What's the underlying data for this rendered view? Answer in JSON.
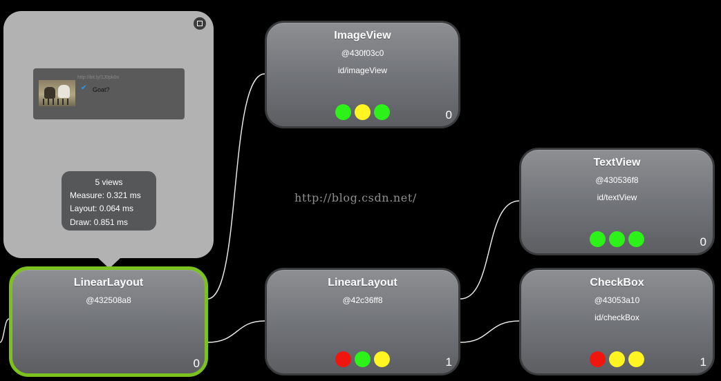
{
  "preview": {
    "url": "http://bit.ly/1J0pk0o",
    "checkbox_label": "Goat?",
    "stats": {
      "views": "5 views",
      "measure": "Measure: 0.321 ms",
      "layout": "Layout: 0.064 ms",
      "draw": "Draw: 0.851 ms"
    }
  },
  "watermark": "http://blog.csdn.net/",
  "status_colors": {
    "green": "#2cf21a",
    "yellow": "#fff522",
    "red": "#f0160d"
  },
  "nodes": {
    "root_linear": {
      "title": "LinearLayout",
      "hash": "@432508a8",
      "id": "",
      "count": "0",
      "dots": []
    },
    "imageview": {
      "title": "ImageView",
      "hash": "@430f03c0",
      "id": "id/imageView",
      "count": "0",
      "dots": [
        "green",
        "yellow",
        "green"
      ]
    },
    "child_linear": {
      "title": "LinearLayout",
      "hash": "@42c36ff8",
      "id": "",
      "count": "1",
      "dots": [
        "red",
        "green",
        "yellow"
      ]
    },
    "textview": {
      "title": "TextView",
      "hash": "@430536f8",
      "id": "id/textView",
      "count": "0",
      "dots": [
        "green",
        "green",
        "green"
      ]
    },
    "checkbox": {
      "title": "CheckBox",
      "hash": "@43053a10",
      "id": "id/checkBox",
      "count": "1",
      "dots": [
        "red",
        "yellow",
        "yellow"
      ]
    }
  }
}
